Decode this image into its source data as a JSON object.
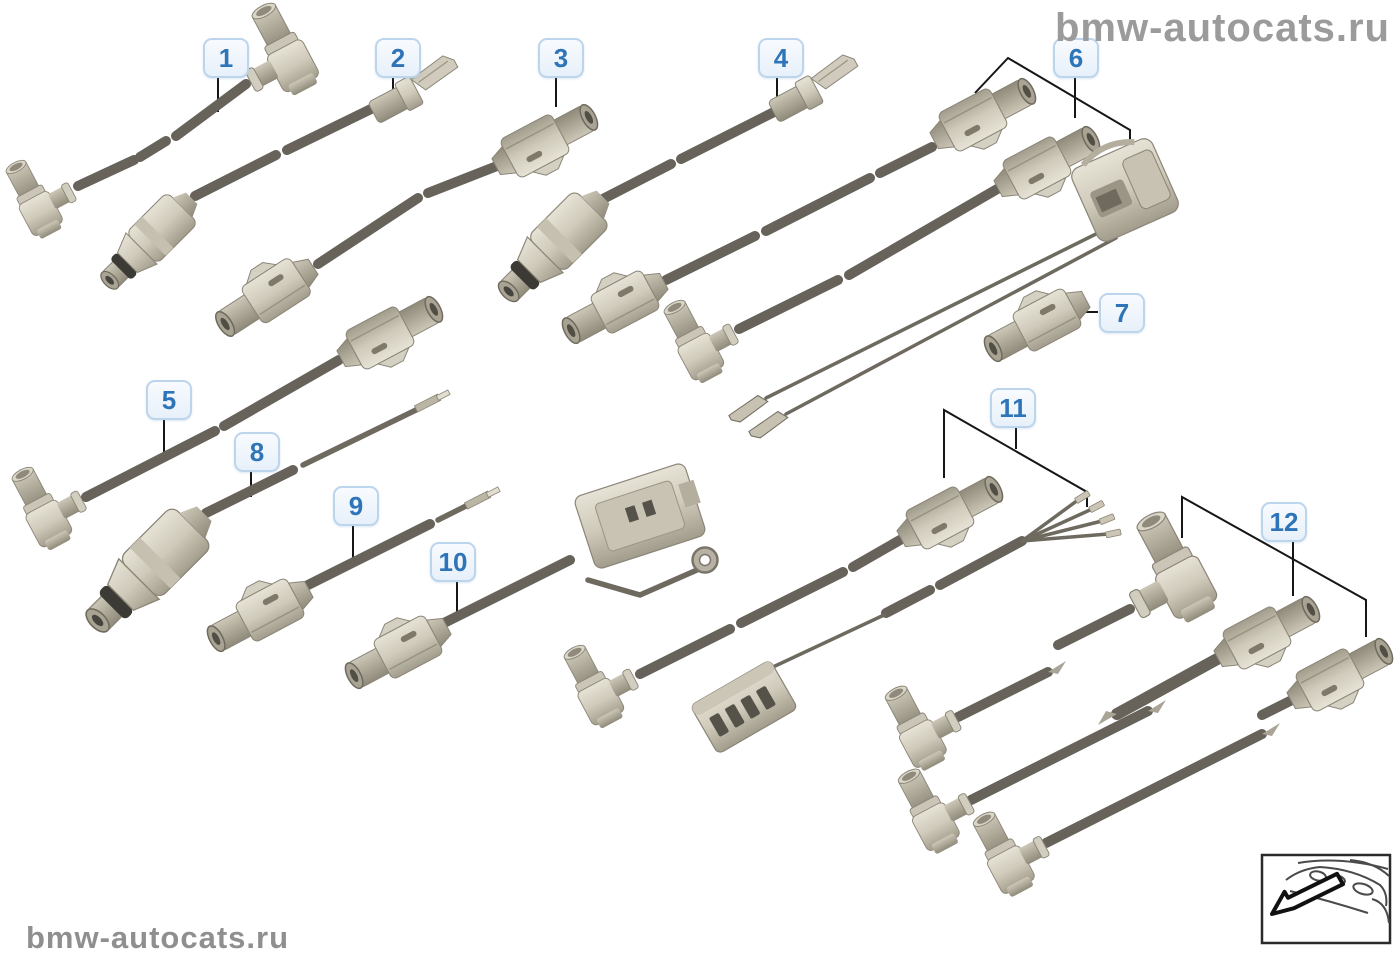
{
  "page": {
    "background": "#ffffff",
    "type": "parts-diagram"
  },
  "watermark": {
    "top_right": "bmw-autocats.ru",
    "bottom_left": "bmw-autocats.ru",
    "color": "#9b9b9b"
  },
  "labels": [
    {
      "id": "1",
      "text": "1"
    },
    {
      "id": "2",
      "text": "2"
    },
    {
      "id": "3",
      "text": "3"
    },
    {
      "id": "4",
      "text": "4"
    },
    {
      "id": "5",
      "text": "5"
    },
    {
      "id": "6",
      "text": "6"
    },
    {
      "id": "7",
      "text": "7"
    },
    {
      "id": "8",
      "text": "8"
    },
    {
      "id": "9",
      "text": "9"
    },
    {
      "id": "10",
      "text": "10"
    },
    {
      "id": "11",
      "text": "11"
    },
    {
      "id": "12",
      "text": "12"
    }
  ],
  "label_style": {
    "text_color": "#2e74b8",
    "border_color": "#bcd4ec",
    "fill_color": "#eef4fb"
  },
  "colors": {
    "cable": "#67635a",
    "connector_light": "#cfcaba",
    "connector_mid": "#b2ad9d",
    "connector_dark": "#8f8a7b",
    "outline": "#8a8577",
    "leader_line": "#161616"
  },
  "legend": {
    "icon": "car-front-direction-icon"
  }
}
